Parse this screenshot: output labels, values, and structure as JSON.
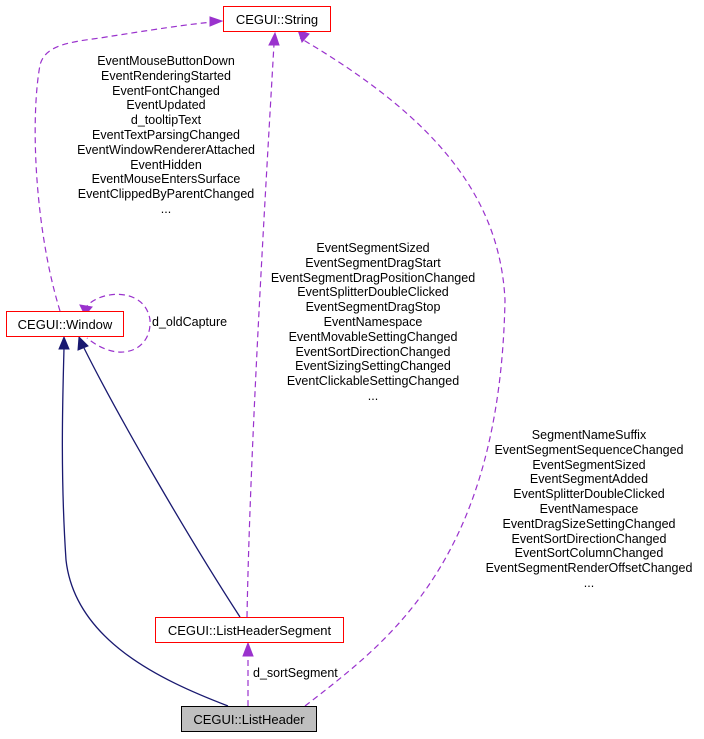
{
  "nodes": {
    "string": "CEGUI::String",
    "window": "CEGUI::Window",
    "segment": "CEGUI::ListHeaderSegment",
    "header": "CEGUI::ListHeader"
  },
  "labels": {
    "window_to_string": [
      "EventMouseButtonDown",
      "EventRenderingStarted",
      "EventFontChanged",
      "EventUpdated",
      "d_tooltipText",
      "EventTextParsingChanged",
      "EventWindowRendererAttached",
      "EventHidden",
      "EventMouseEntersSurface",
      "EventClippedByParentChanged",
      "..."
    ],
    "segment_to_string": [
      "EventSegmentSized",
      "EventSegmentDragStart",
      "EventSegmentDragPositionChanged",
      "EventSplitterDoubleClicked",
      "EventSegmentDragStop",
      "EventNamespace",
      "EventMovableSettingChanged",
      "EventSortDirectionChanged",
      "EventSizingSettingChanged",
      "EventClickableSettingChanged",
      "..."
    ],
    "header_to_string": [
      "SegmentNameSuffix",
      "EventSegmentSequenceChanged",
      "EventSegmentSized",
      "EventSegmentAdded",
      "EventSplitterDoubleClicked",
      "EventNamespace",
      "EventDragSizeSettingChanged",
      "EventSortDirectionChanged",
      "EventSortColumnChanged",
      "EventSegmentRenderOffsetChanged",
      "..."
    ],
    "window_self": "d_oldCapture",
    "header_to_segment": "d_sortSegment"
  },
  "colors": {
    "inheritance": "#191970",
    "usage": "#9a32cd",
    "node_border": "#ff0000",
    "current_node_fill": "#bfbfbf"
  }
}
